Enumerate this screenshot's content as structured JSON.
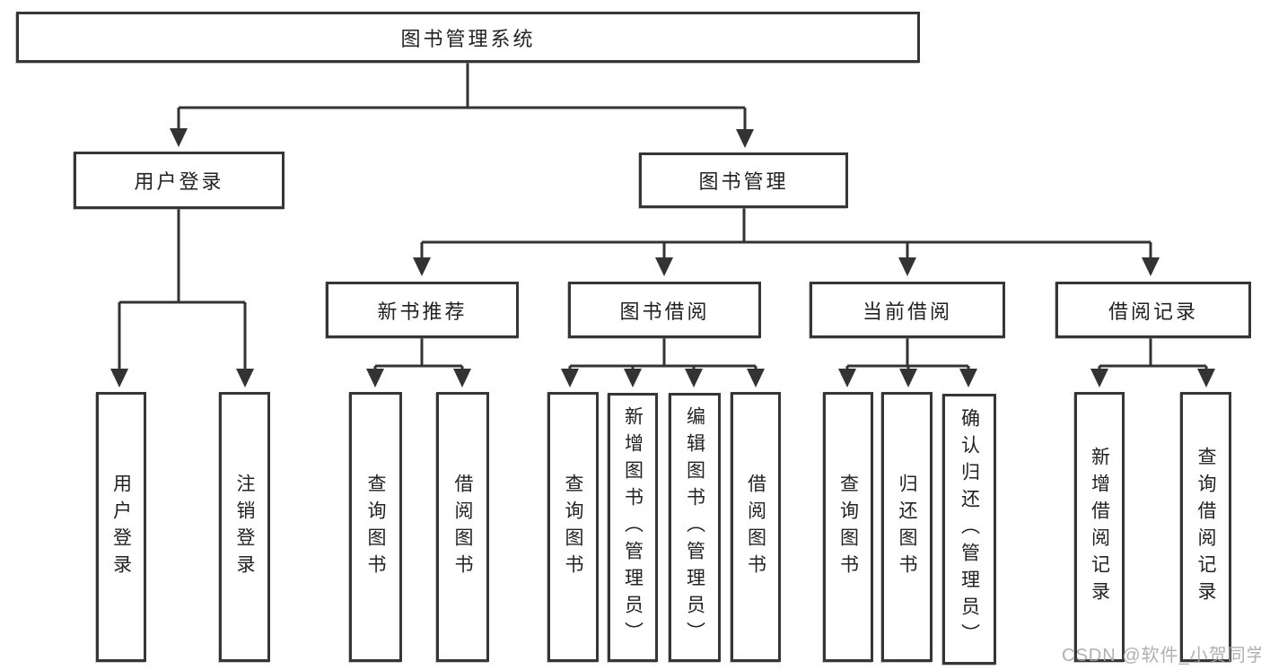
{
  "diagram": {
    "root": {
      "label": "图书管理系统"
    },
    "branches": [
      {
        "label": "用户登录",
        "children": [
          {
            "label": "用户登录"
          },
          {
            "label": "注销登录"
          }
        ]
      },
      {
        "label": "图书管理",
        "children": [
          {
            "label": "新书推荐",
            "children": [
              {
                "label": "查询图书"
              },
              {
                "label": "借阅图书"
              }
            ]
          },
          {
            "label": "图书借阅",
            "children": [
              {
                "label": "查询图书"
              },
              {
                "label": "新增图书（管理员）"
              },
              {
                "label": "编辑图书（管理员）"
              },
              {
                "label": "借阅图书"
              }
            ]
          },
          {
            "label": "当前借阅",
            "children": [
              {
                "label": "查询图书"
              },
              {
                "label": "归还图书"
              },
              {
                "label": "确认归还（管理员）"
              }
            ]
          },
          {
            "label": "借阅记录",
            "children": [
              {
                "label": "新增借阅记录"
              },
              {
                "label": "查询借阅记录"
              }
            ]
          }
        ]
      }
    ]
  },
  "watermark": {
    "text": "CSDN @软件_小贺同学"
  },
  "colors": {
    "line": "#333333",
    "box_border": "#363636",
    "text": "#222222",
    "watermark": "#a5a5a5",
    "background": "#ffffff"
  }
}
